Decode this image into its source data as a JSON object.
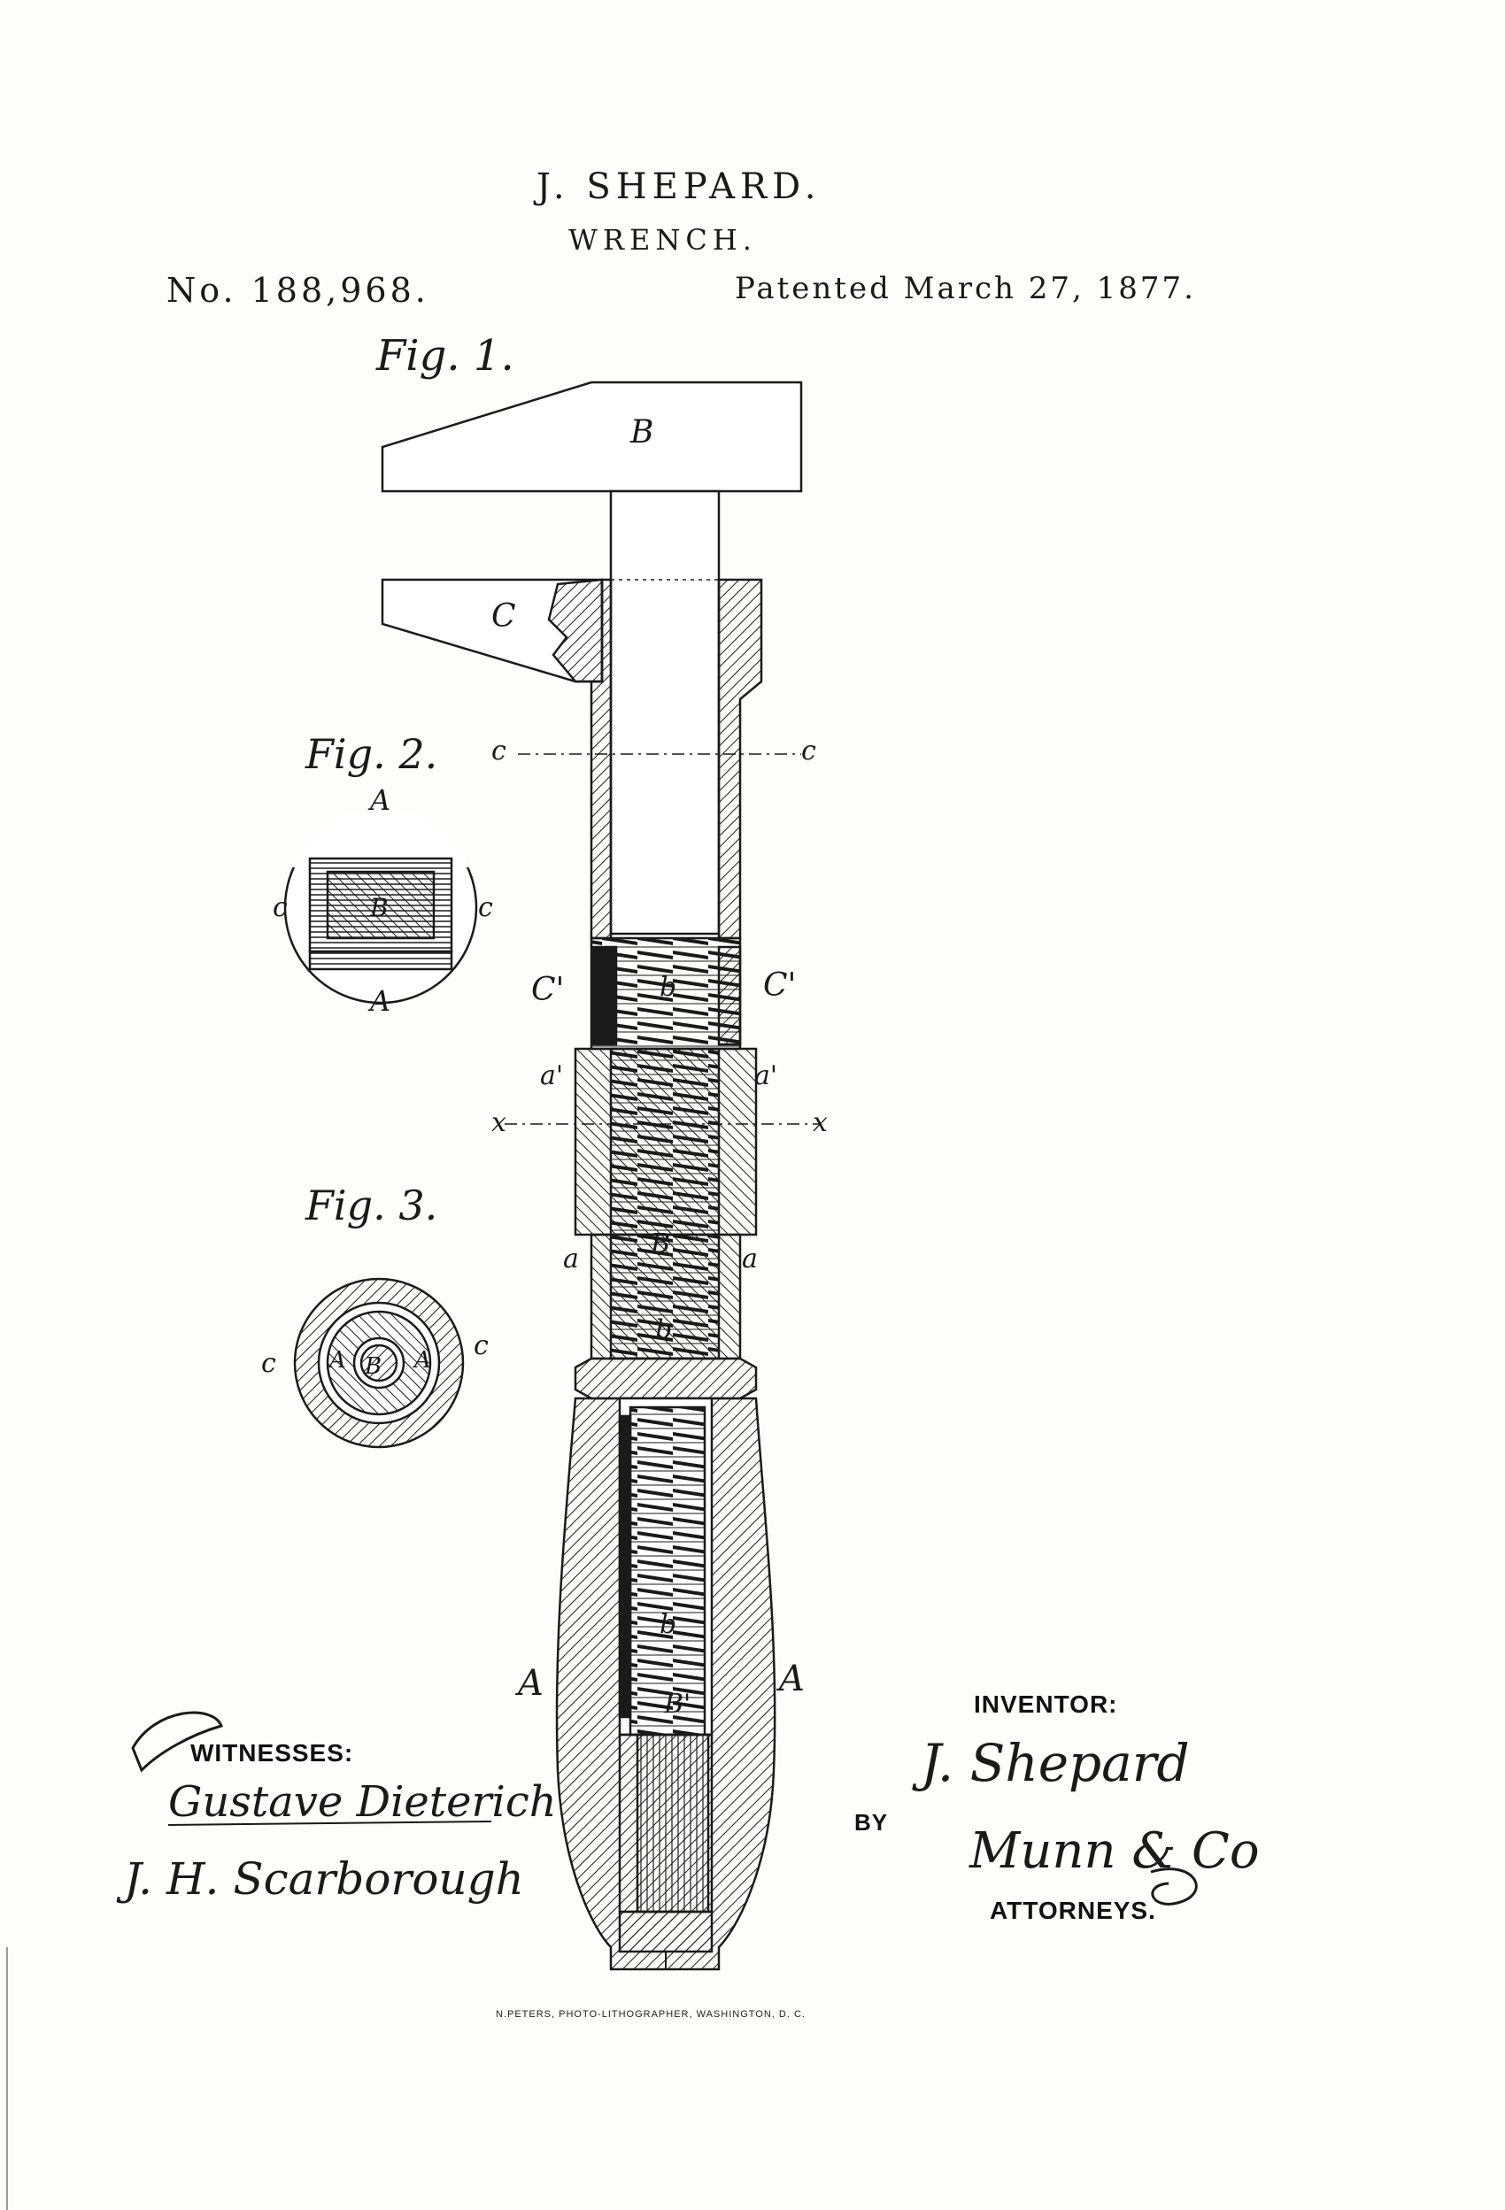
{
  "header": {
    "inventor": "J. SHEPARD.",
    "title": "WRENCH.",
    "patent_number": "No. 188,968.",
    "patented": "Patented March 27, 1877."
  },
  "figures": {
    "fig1_caption": "Fig. 1.",
    "fig2_caption": "Fig. 2.",
    "fig3_caption": "Fig. 3."
  },
  "labels": {
    "B": "B",
    "C": "C",
    "c": "c",
    "c_prime": "C'",
    "a_prime": "a'",
    "x": "x",
    "a": "a",
    "b": "b",
    "A": "A",
    "B_prime": "B'"
  },
  "signatures": {
    "witnesses_heading": "WITNESSES:",
    "witness_1": "Gustave Dieterich",
    "witness_2": "J. H. Scarborough",
    "inventor_heading": "INVENTOR:",
    "inventor_signature": "J. Shepard",
    "by": "BY",
    "attorney_signature": "Munn & Co",
    "attorneys_heading": "ATTORNEYS."
  },
  "imprint": "N.PETERS, PHOTO-LITHOGRAPHER, WASHINGTON, D. C.",
  "colors": {
    "ink": "#1a1a1a",
    "paper": "#fdfdfc"
  }
}
